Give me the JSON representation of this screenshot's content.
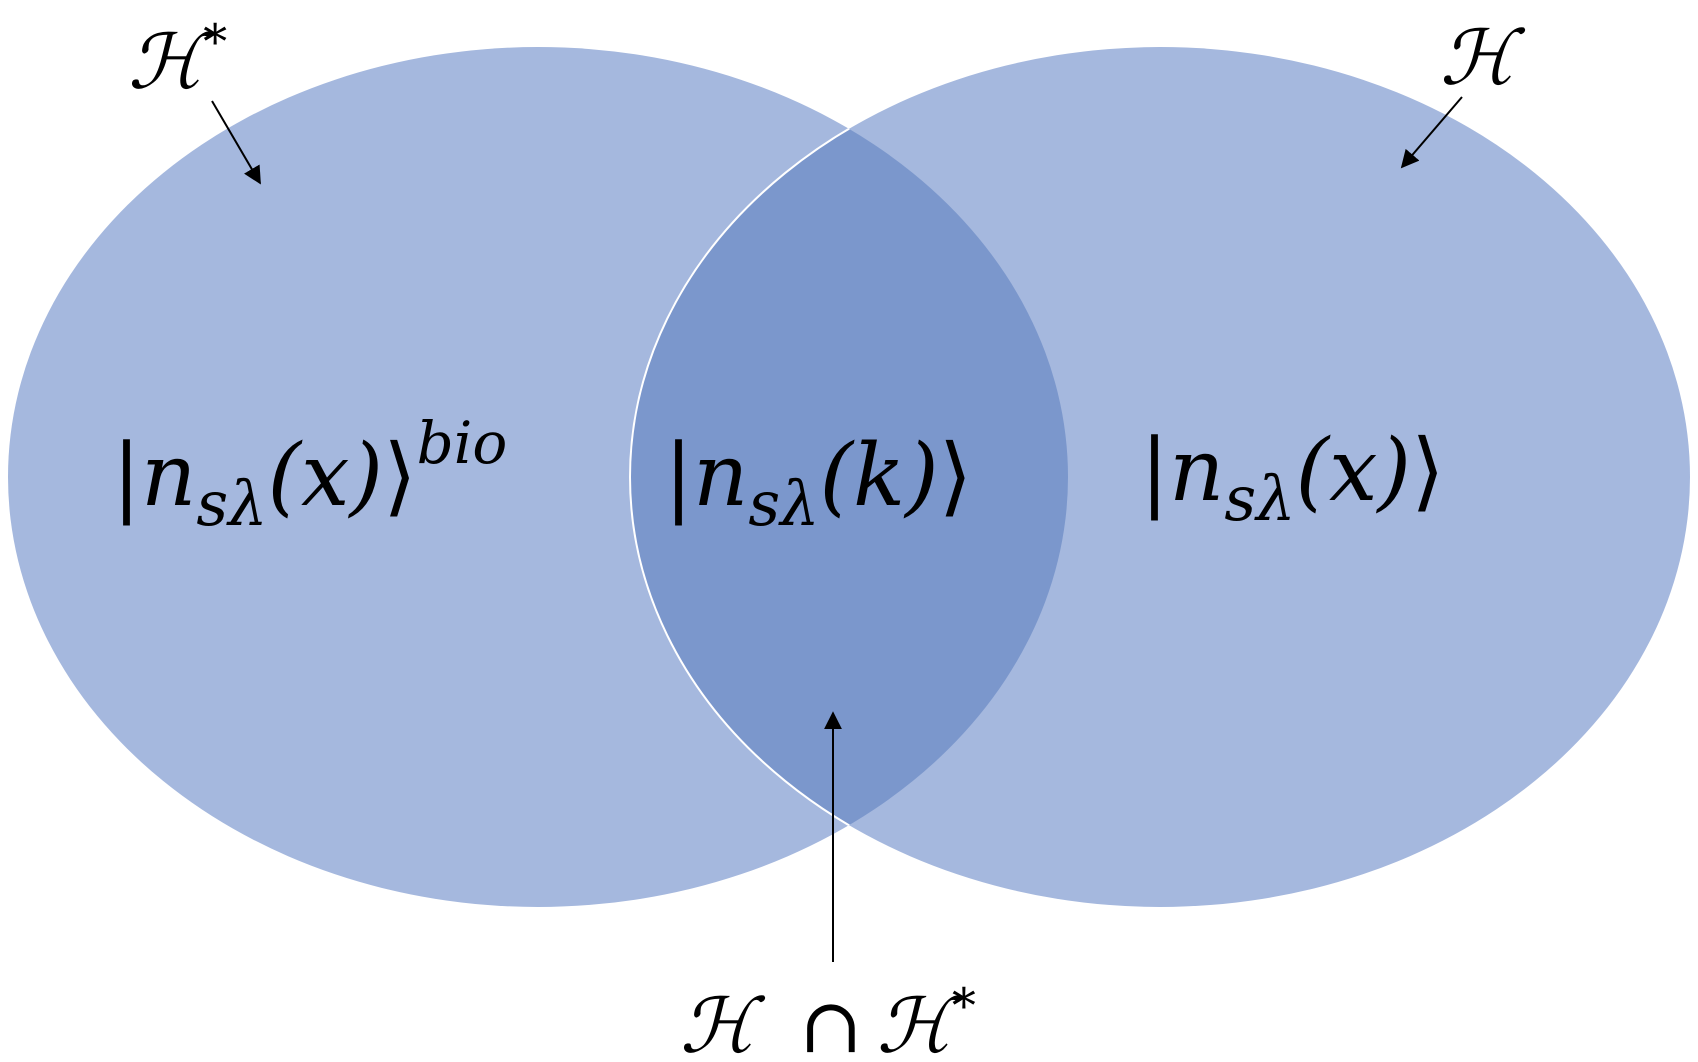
{
  "diagram": {
    "colors": {
      "set_fill": "#a5b8de",
      "intersection_fill": "#7b97cc",
      "intersection_outline": "#ffffff",
      "ink": "#000000",
      "background": "#ffffff"
    },
    "labels": {
      "left_set": {
        "script": "ℋ",
        "sup": "*"
      },
      "right_set": {
        "script": "ℋ"
      },
      "intersection": {
        "left": "ℋ",
        "operator": "∩",
        "right": "ℋ",
        "right_sup": "*"
      }
    },
    "kets": {
      "left": {
        "bar": "|",
        "n": "n",
        "sub": "sλ",
        "arg": "(x)",
        "close": "⟩",
        "sup": "bio"
      },
      "middle": {
        "bar": "|",
        "n": "n",
        "sub": "sλ",
        "arg": "(k)",
        "close": "⟩"
      },
      "right": {
        "bar": "|",
        "n": "n",
        "sub": "sλ",
        "arg": "(x)",
        "close": "⟩"
      }
    }
  }
}
